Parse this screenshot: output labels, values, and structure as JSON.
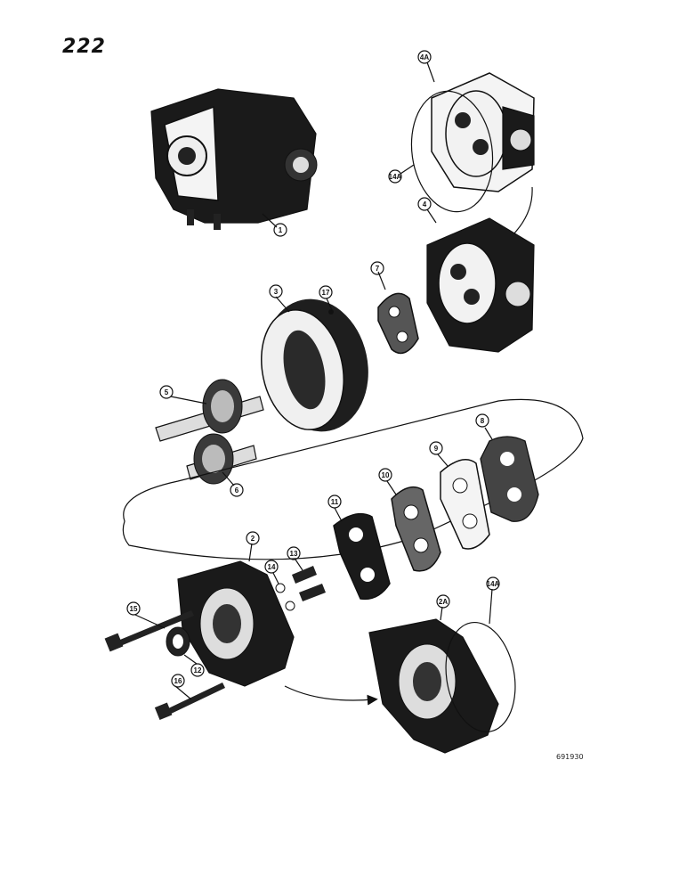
{
  "page_number": "222",
  "figure_code": "691930",
  "callouts": {
    "c1": "1",
    "c4a": "4A",
    "c14a_top": "14A",
    "c4": "4",
    "c7": "7",
    "c3": "3",
    "c17": "17",
    "c5": "5",
    "c6": "6",
    "c8": "8",
    "c9": "9",
    "c10": "10",
    "c11": "11",
    "c2": "2",
    "c13": "13",
    "c14": "14",
    "c15": "15",
    "c12": "12",
    "c16": "16",
    "c2a": "2A",
    "c14a_bottom": "14A"
  }
}
